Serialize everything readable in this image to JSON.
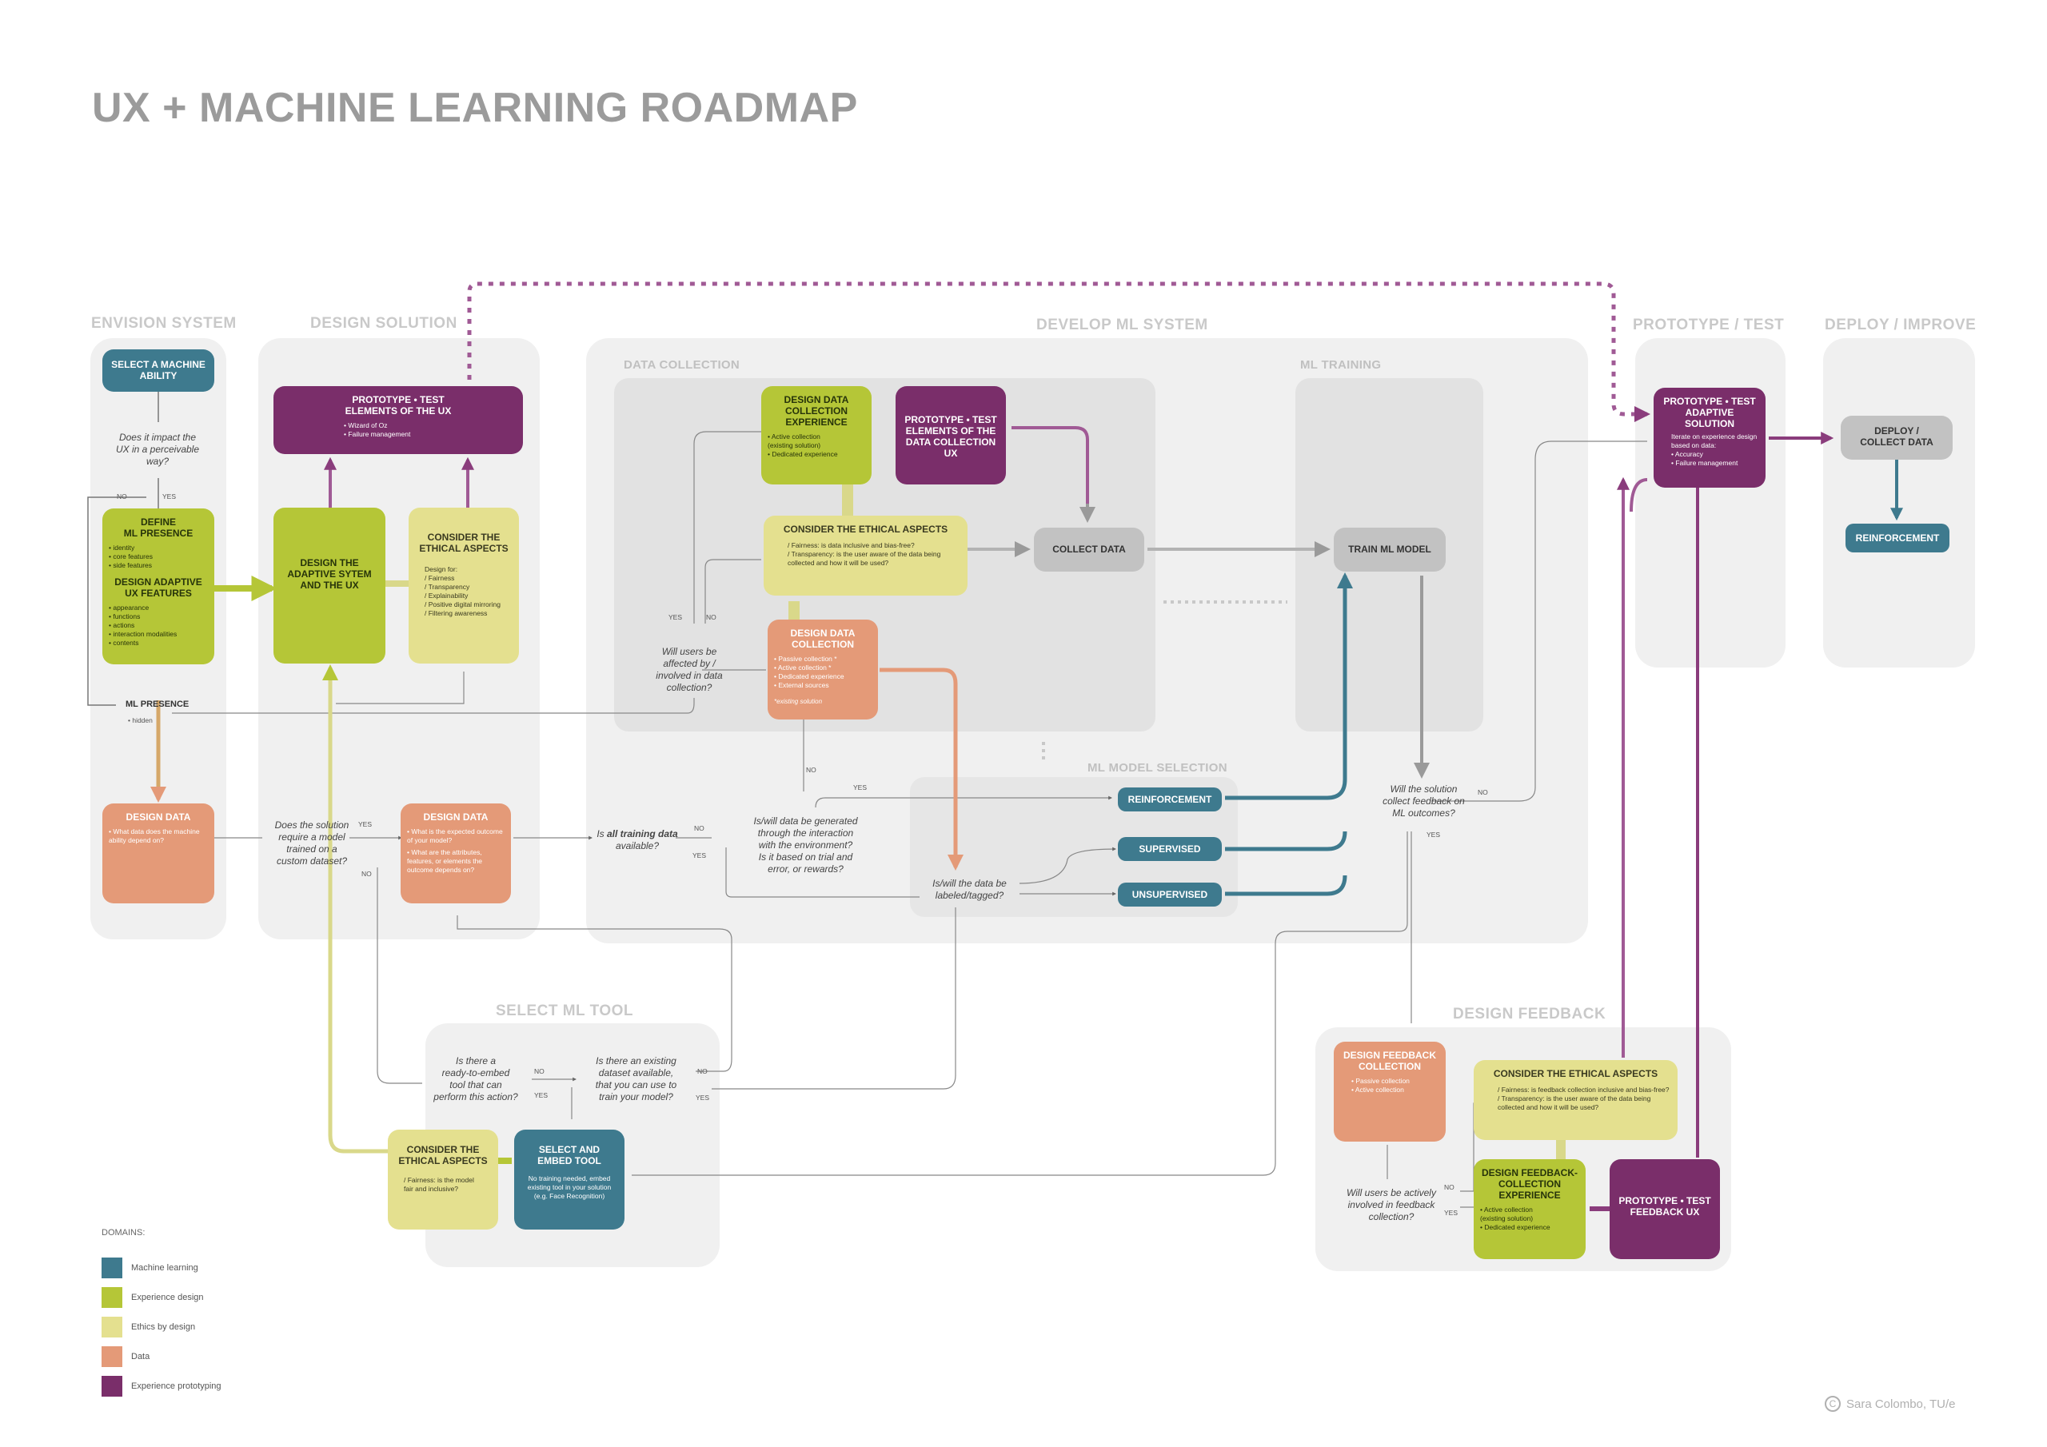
{
  "title": "UX + MACHINE LEARNING ROADMAP",
  "sections": {
    "envision": "ENVISION SYSTEM",
    "design_solution": "DESIGN SOLUTION",
    "develop": "DEVELOP ML SYSTEM",
    "data_collection": "DATA COLLECTION",
    "ml_training": "ML TRAINING",
    "ml_model_selection": "ML MODEL SELECTION",
    "prototype_test": "PROTOTYPE / TEST",
    "deploy": "DEPLOY / IMPROVE",
    "select_tool": "SELECT ML TOOL",
    "design_feedback": "DESIGN FEEDBACK"
  },
  "boxes": {
    "select_machine": {
      "title": "SELECT A MACHINE ABILITY"
    },
    "define_presence": {
      "title": "DEFINE\nML PRESENCE",
      "items": [
        "identity",
        "core features",
        "side features"
      ],
      "title2": "DESIGN ADAPTIVE\nUX FEATURES",
      "items2": [
        "appearance",
        "functions",
        "actions",
        "interaction modalities",
        "contents"
      ]
    },
    "proto_ux": {
      "title": "PROTOTYPE • TEST\nELEMENTS OF THE UX",
      "items": [
        "Wizard of Oz",
        "Failure management"
      ]
    },
    "design_adaptive": {
      "title": "DESIGN THE\nADAPTIVE SYTEM\nAND THE UX"
    },
    "consider_eth1": {
      "title": "CONSIDER THE\nETHICAL ASPECTS",
      "text": "Design for:\n/ Fairness\n/ Transparency\n/ Explainability\n/ Positive digital mirroring\n/ Filtering awareness"
    },
    "design_data_env": {
      "title": "DESIGN DATA",
      "items": [
        "What data does the machine ability depend on?"
      ]
    },
    "design_data_sol": {
      "title": "DESIGN DATA",
      "items": [
        "What is the expected outcome of your model?",
        "What are the attributes, features, or elements the outcome depends on?"
      ]
    },
    "dc_experience": {
      "title": "DESIGN DATA\nCOLLECTION\nEXPERIENCE",
      "items": [
        "Active collection\n(existing solution)",
        "Dedicated experience"
      ]
    },
    "proto_dc": {
      "title": "PROTOTYPE • TEST\nELEMENTS OF THE\nDATA COLLECTION\nUX"
    },
    "consider_eth2": {
      "title": "CONSIDER THE ETHICAL ASPECTS",
      "text": "/ Fairness: is data inclusive and bias-free?\n/ Transparency: is the user aware of the data being collected and how it will be used?"
    },
    "design_dc": {
      "title": "DESIGN DATA\nCOLLECTION",
      "items": [
        "Passive collection *",
        "Active collection *",
        "Dedicated experience",
        "External sources"
      ],
      "note": "*existing solution"
    },
    "collect_data": {
      "title": "COLLECT DATA"
    },
    "train_model": {
      "title": "TRAIN ML MODEL"
    },
    "proto_adaptive": {
      "title": "PROTOTYPE • TEST\nADAPTIVE\nSOLUTION",
      "text": "Iterate on experience design based on data:",
      "items": [
        "Accuracy",
        "Failure management"
      ]
    },
    "deploy_collect": {
      "title": "DEPLOY /\nCOLLECT DATA"
    },
    "reinforcement_top": {
      "title": "REINFORCEMENT"
    },
    "consider_eth3": {
      "title": "CONSIDER THE\nETHICAL ASPECTS",
      "text": "/ Fairness: is the model fair and inclusive?"
    },
    "select_embed": {
      "title": "SELECT AND\nEMBED TOOL",
      "text": "No training needed, embed existing tool in your solution (e.g. Face Recognition)"
    },
    "fb_collection": {
      "title": "DESIGN FEEDBACK\nCOLLECTION",
      "items": [
        "Passive collection",
        "Active collection"
      ]
    },
    "consider_eth4": {
      "title": "CONSIDER THE ETHICAL ASPECTS",
      "text": "/ Fairness: is feedback collection inclusive and bias-free?\n/ Transparency: is the user aware of the data being collected and how it will be used?"
    },
    "fb_experience": {
      "title": "DESIGN FEEDBACK-\nCOLLECTION\nEXPERIENCE",
      "items": [
        "Active collection\n(existing solution)",
        "Dedicated experience"
      ]
    },
    "proto_fb": {
      "title": "PROTOTYPE • TEST\nFEEDBACK UX"
    }
  },
  "models": {
    "reinforcement": "REINFORCEMENT",
    "supervised": "SUPERVISED",
    "unsupervised": "UNSUPERVISED"
  },
  "ml_presence": {
    "label": "ML PRESENCE",
    "sub": "hidden"
  },
  "questions": {
    "q_impact": "Does it impact the\nUX in a perceivable\nway?",
    "q_users_affected": "Will users be\naffected by /\ninvolved in data\ncollection?",
    "q_require_model": "Does the solution\nrequire a model\ntrained on a\ncustom dataset?",
    "q_training_data_pre": "Is ",
    "q_training_data_bold": "all training data",
    "q_training_data_post": " available?",
    "q_generated": "Is/will data be generated\nthrough the interaction\nwith the environment?\nIs it based on trial and\nerror, or rewards?",
    "q_labeled": "Is/will the data be\nlabeled/tagged?",
    "q_feedback": "Will the solution\ncollect feedback on\nML outcomes?",
    "q_ready_tool": "Is there a\nready-to-embed\ntool that can\nperform this action?",
    "q_dataset": "Is there an existing\ndataset available,\nthat you can use to\ntrain your model?",
    "q_users_fb": "Will users be actively\ninvolved in feedback\ncollection?"
  },
  "answers": {
    "yes": "YES",
    "no": "NO"
  },
  "legend": {
    "title": "DOMAINS:",
    "items": [
      {
        "label": "Machine learning",
        "color": "#3e7a8e"
      },
      {
        "label": "Experience design",
        "color": "#b5c637"
      },
      {
        "label": "Ethics by design",
        "color": "#e4e08f"
      },
      {
        "label": "Data",
        "color": "#e49a78"
      },
      {
        "label": "Experience prototyping",
        "color": "#7a2e6a"
      }
    ]
  },
  "credit": "Sara Colombo, TU/e",
  "colors": {
    "ml": "#3e7a8e",
    "ux": "#b5c637",
    "ethics": "#e4e08f",
    "data": "#e49a78",
    "proto": "#7a2e6a",
    "grey": "#c2c2c2"
  }
}
